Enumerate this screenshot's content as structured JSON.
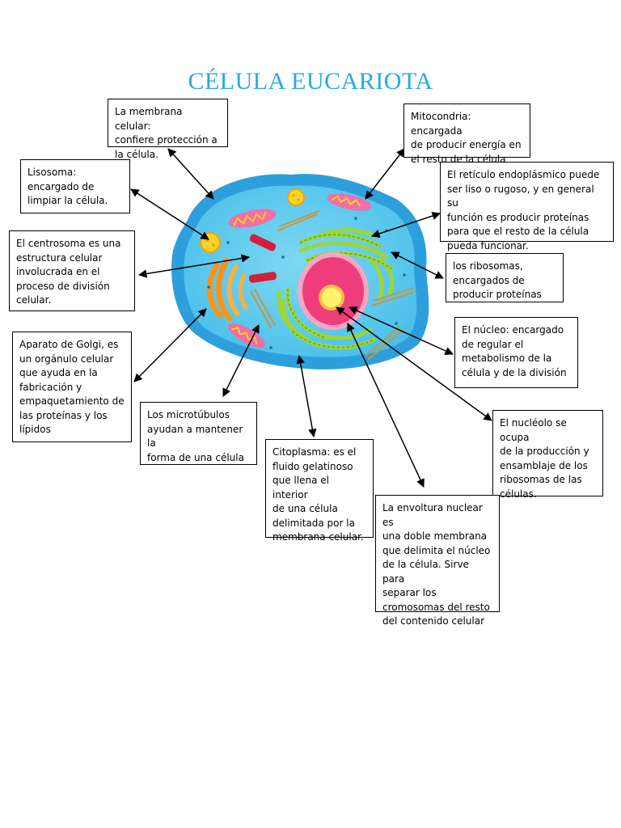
{
  "title": "CÉLULA EUCARIOTA",
  "labels": {
    "membrana": "La membrana celular:\nconfiere protección a\nla célula.",
    "mitocondria": "Mitocondria: encargada\nde producir energía en\nel resto de la célula",
    "lisosoma": "Lisosoma:\nencargado de\nlimpiar la célula.",
    "reticulo": "El retículo endoplásmico puede\nser liso o rugoso, y en general su\nfunción es producir proteínas\npara que el resto de la célula\npueda funcionar.",
    "centrosoma": "El centrosoma es una\nestructura celular\ninvolucrada en el\nproceso de división\ncelular.",
    "ribosomas": "los ribosomas,\nencargados de\nproducir proteínas",
    "golgi": "Aparato de Golgi, es\nun orgánulo celular\nque ayuda en la\nfabricación y\nempaquetamiento de\nlas proteínas y los\nlípidos",
    "nucleo": "El núcleo: encargado\nde regular el\nmetabolismo de la\ncélula y de la división",
    "microtubulos": "Los microtúbulos\nayudan a mantener la\nforma de una célula",
    "citoplasma": "Citoplasma: es el\nfluido gelatinoso\nque llena el interior\nde una célula\ndelimitada por la\nmembrana celular.",
    "nucleolo": "El nucléolo se ocupa\nde la producción y\nensamblaje de los\nribosomas de las\ncélulas.",
    "envoltura": "La envoltura nuclear es\nuna doble membrana\nque delimita el núcleo\nde la célula. Sirve para\nseparar los\ncromosomas del resto\ndel contenido celular"
  },
  "colors": {
    "title": "#29a9e0",
    "membrane": "#2d9fdc",
    "cytoplasm": "#5cc8ee",
    "nucleus": "#ee3d7a",
    "nucleolus": "#fff36b",
    "er": "#9bd63a",
    "golgi": "#f7941d",
    "mitochondria": "#f06eaa",
    "lysosome": "#f9d423",
    "centrosome": "#d3203a",
    "microtubules": "#c8963e"
  }
}
